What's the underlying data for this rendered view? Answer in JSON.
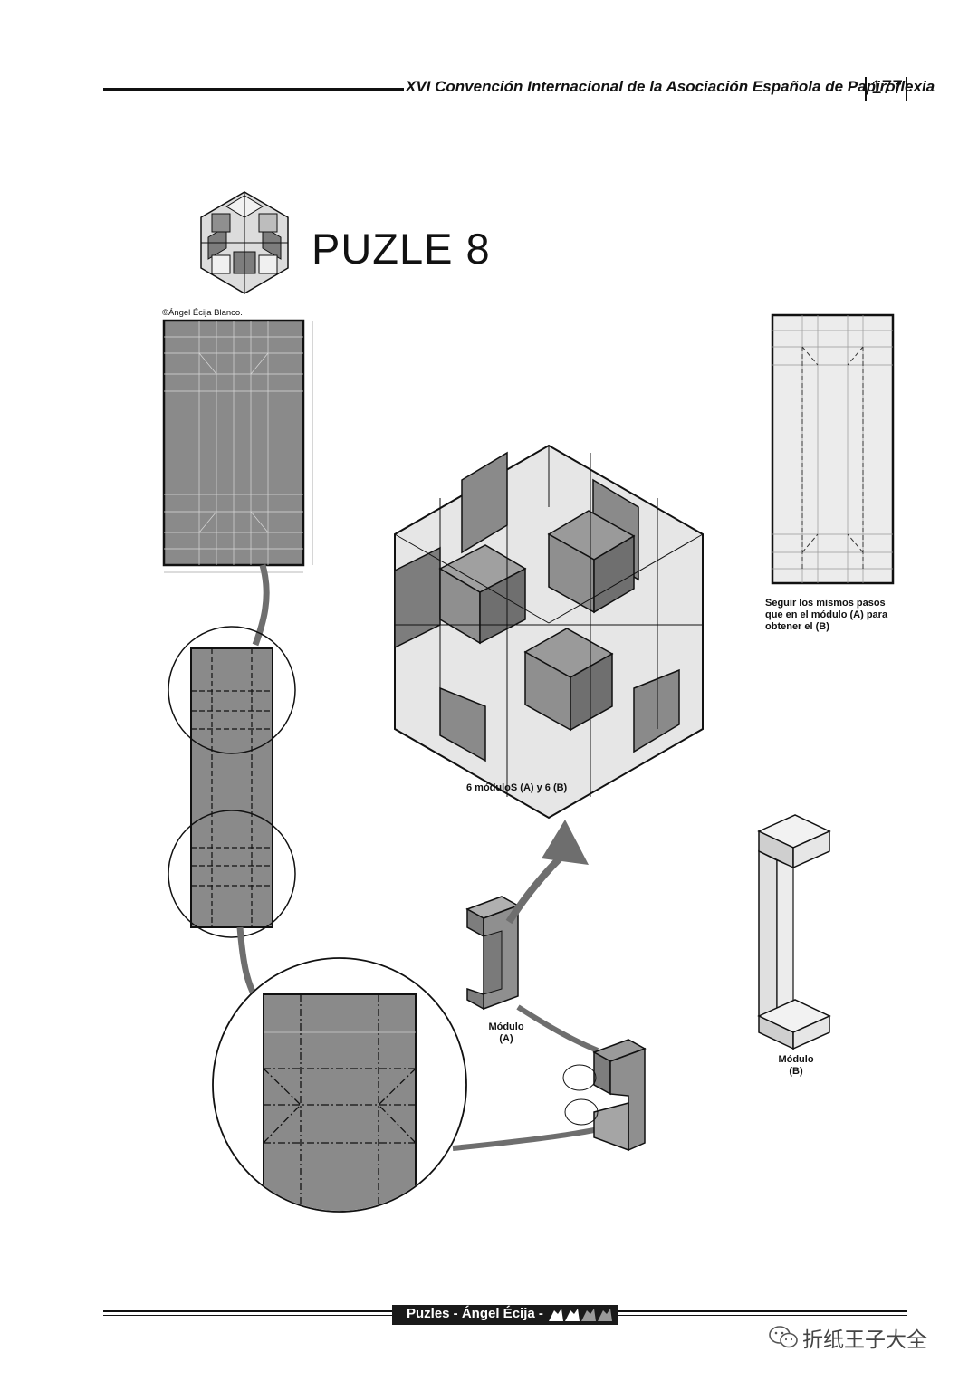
{
  "header": {
    "title": "XVI Convención Internacional de la Asociación Española de Papiroflexia",
    "page_number": "177"
  },
  "puzzle": {
    "title": "PUZLE 8",
    "credit": "©Ángel Écija Blanco."
  },
  "captions": {
    "follow_steps": "Seguir los mismos pasos que en el módulo (A) para obtener el (B)",
    "modules_count": "6 móduloS (A) y 6 (B)",
    "module_a": "Módulo (A)",
    "module_b": "Módulo (B)"
  },
  "footer": {
    "label": "Puzles - Ángel Écija -"
  },
  "watermark": {
    "text": "折纸王子大全",
    "icon": "wechat-icon"
  },
  "colors": {
    "paper_dark": "#8a8a8a",
    "paper_light": "#e6e6e6",
    "ink": "#111111"
  }
}
